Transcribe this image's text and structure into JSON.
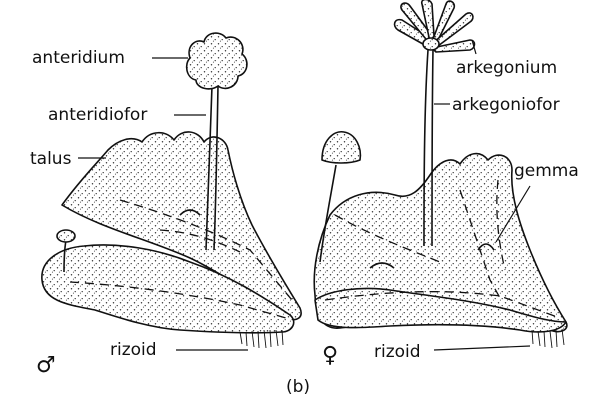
{
  "labels": {
    "anteridium": "anteridium",
    "anteridiofor": "anteridiofor",
    "talus": "talus",
    "rizoid_left": "rizoid",
    "arkegonium": "arkegonium",
    "arkegoniofor": "arkegoniofor",
    "gemma": "gemma",
    "rizoid_right": "rizoid",
    "male_symbol": "♂",
    "female_symbol": "♀",
    "caption": "(b)"
  }
}
